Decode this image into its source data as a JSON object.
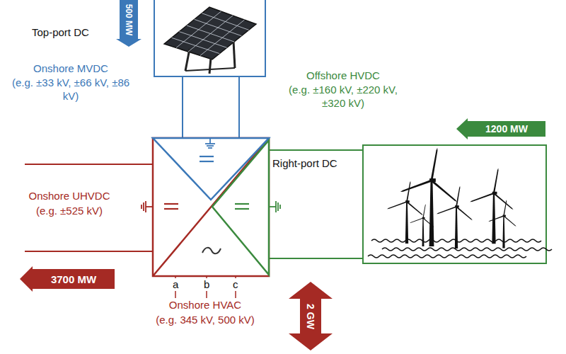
{
  "diagram": {
    "nodes": [
      {
        "text": [
          "500 MW"
        ]
      },
      {
        "text": [
          "1200 MW"
        ]
      },
      {
        "text": [
          "3700 MW"
        ]
      },
      {
        "text": [
          "2 GW"
        ]
      }
    ],
    "labels": [
      "Top-port DC",
      "Onshore MVDC",
      "(e.g. ±33 kV, ±66 kV, ±86 kV)",
      "Offshore HVDC",
      "(e.g. ±160 kV, ±220 kV, ±320 kV)",
      "Right-port DC",
      "Onshore UHVDC",
      "(e.g. ±525 kV)",
      "a",
      "b",
      "c",
      "Onshore HVAC",
      "(e.g. 345 kV, 500 kV)"
    ]
  }
}
